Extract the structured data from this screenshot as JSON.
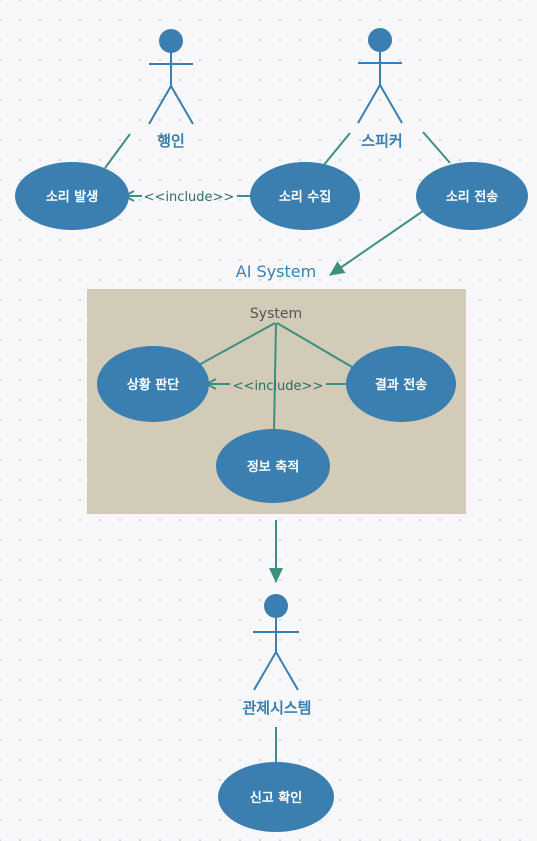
{
  "actors": {
    "pedestrian": "행인",
    "speaker": "스피커",
    "control": "관제시스템"
  },
  "use_cases": {
    "sound_occur": "소리 발생",
    "sound_collect": "소리 수집",
    "sound_send": "소리 전송",
    "situation": "상황 판단",
    "result_send": "결과 전송",
    "info_store": "정보 축적",
    "report_check": "신고 확인"
  },
  "relations": {
    "include_top": "<<include>>",
    "include_inner": "<<include>>"
  },
  "system": {
    "title": "AI System",
    "box_label": "System"
  },
  "colors": {
    "usecase_fill": "#3a7fb0",
    "line": "#3d8f80",
    "system_box": "#d1cbb7"
  }
}
